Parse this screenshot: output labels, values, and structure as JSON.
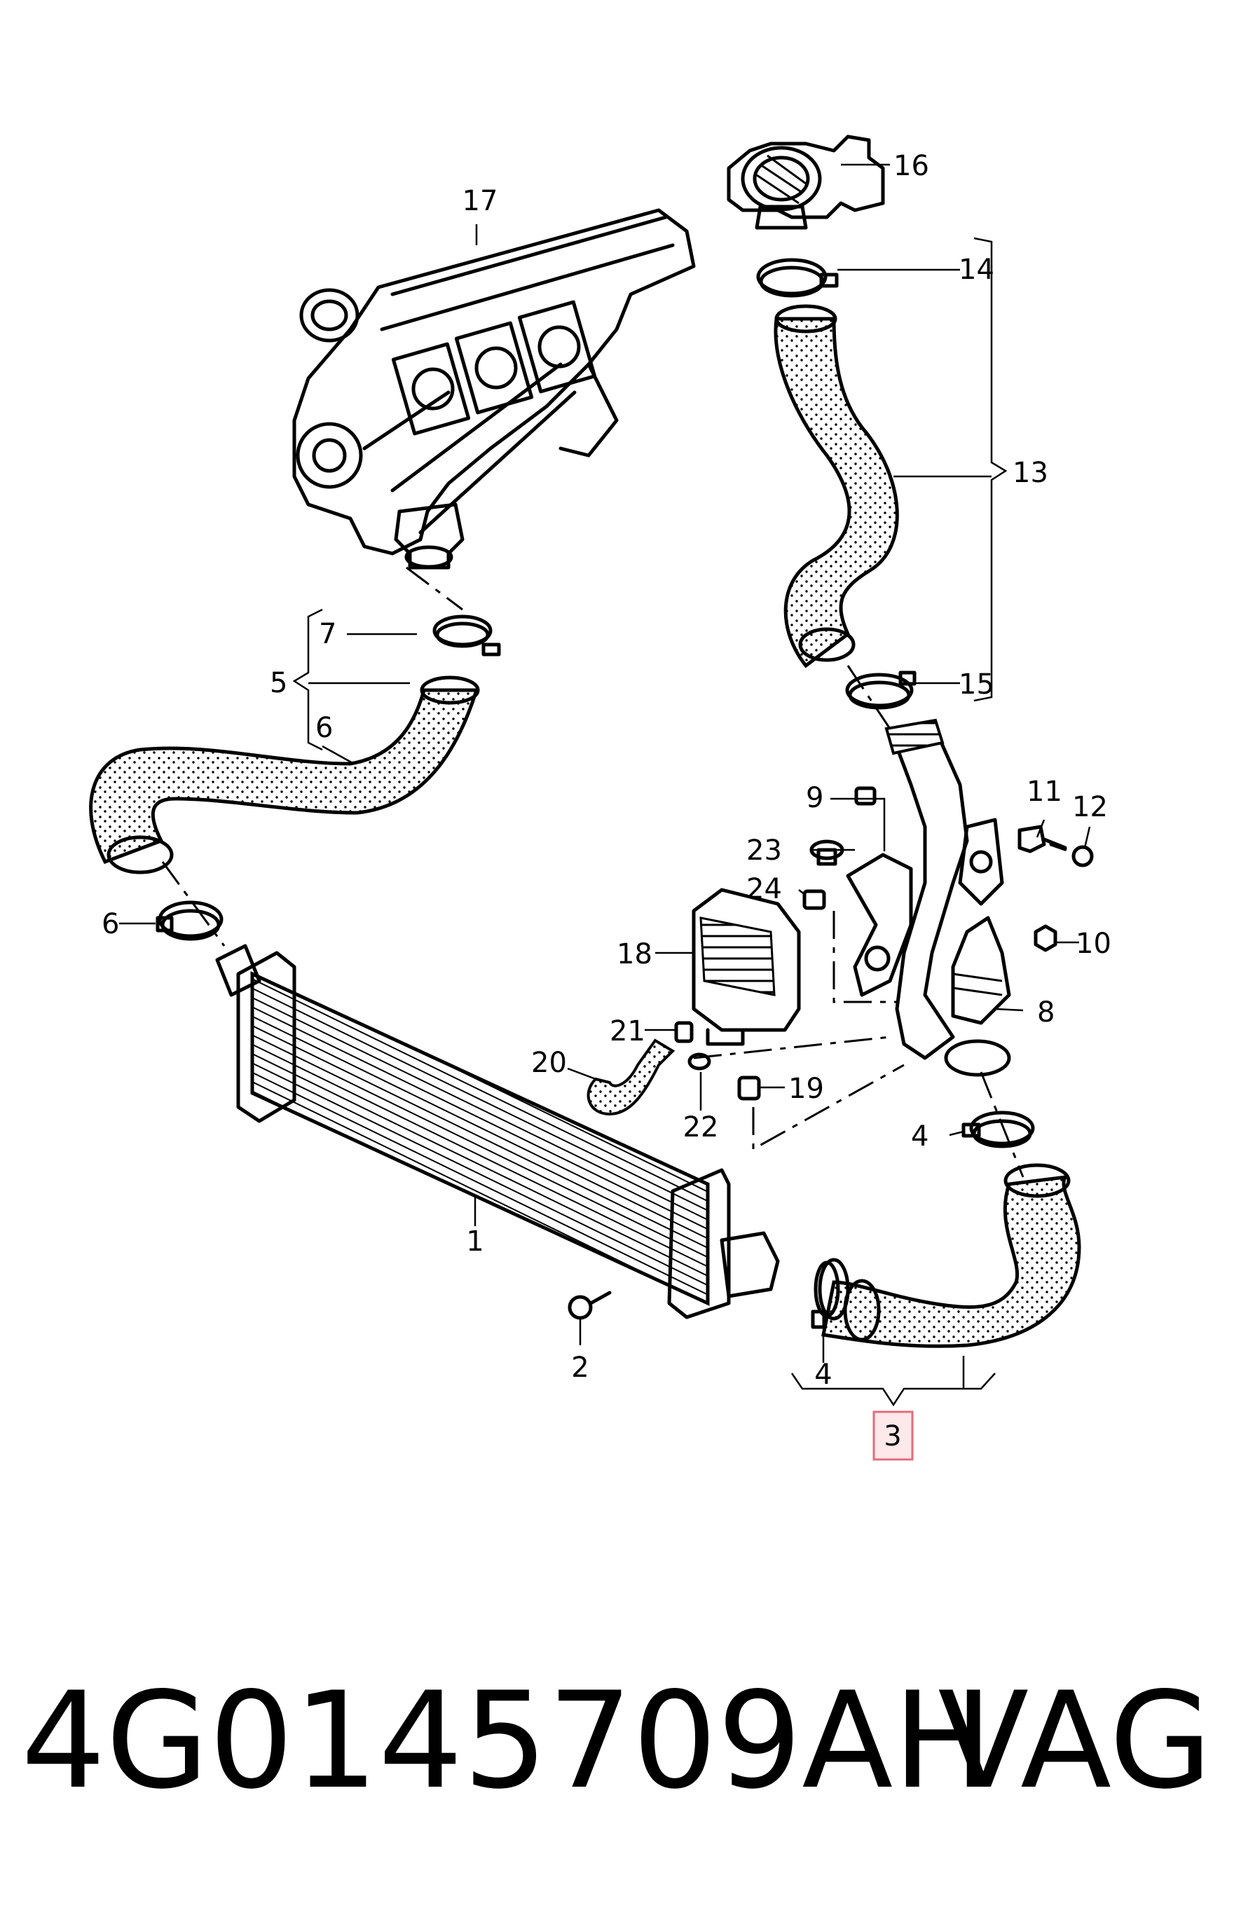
{
  "callouts": {
    "c1": "1",
    "c2": "2",
    "c3": "3",
    "c4a": "4",
    "c4b": "4",
    "c5": "5",
    "c6a": "6",
    "c6b": "6",
    "c7": "7",
    "c8": "8",
    "c9": "9",
    "c10": "10",
    "c11": "11",
    "c12": "12",
    "c13": "13",
    "c14": "14",
    "c15": "15",
    "c16": "16",
    "c17": "17",
    "c18": "18",
    "c19": "19",
    "c20": "20",
    "c21": "21",
    "c22": "22",
    "c23": "23",
    "c24": "24"
  },
  "highlighted_callout": "3",
  "footer": {
    "part_number": "4G0145709AH",
    "brand": "VAG"
  },
  "colors": {
    "highlight_fill": "#fde8ea",
    "highlight_stroke": "#e26d7c",
    "line": "#000000"
  }
}
